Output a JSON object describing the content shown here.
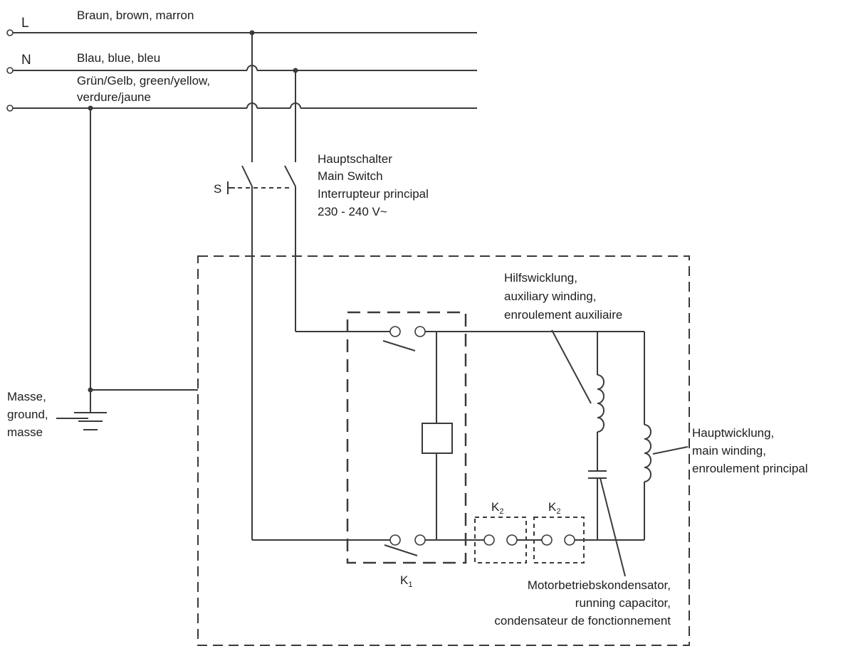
{
  "lines": {
    "L": {
      "label": "L",
      "colors": "Braun, brown, marron"
    },
    "N": {
      "label": "N",
      "colors": "Blau, blue, bleu"
    },
    "PE": {
      "colors_1": "Grün/Gelb, green/yellow,",
      "colors_2": "verdure/jaune"
    }
  },
  "main_switch": {
    "symbol": "S",
    "line_1": "Hauptschalter",
    "line_2": "Main Switch",
    "line_3": "Interrupteur principal",
    "line_4": "230 - 240 V~"
  },
  "ground": {
    "line_1": "Masse,",
    "line_2": "ground,",
    "line_3": "masse"
  },
  "auxiliary_winding": {
    "line_1": "Hilfswicklung,",
    "line_2": "auxiliary winding,",
    "line_3": "enroulement auxiliaire"
  },
  "main_winding": {
    "line_1": "Hauptwicklung,",
    "line_2": "main winding,",
    "line_3": "enroulement principal"
  },
  "capacitor": {
    "line_1": "Motorbetriebskondensator,",
    "line_2": "running capacitor,",
    "line_3": "condensateur de fonctionnement"
  },
  "relays": {
    "k1": {
      "main": "K",
      "sub": "1"
    },
    "k2a": {
      "main": "K",
      "sub": "2"
    },
    "k2b": {
      "main": "K",
      "sub": "2"
    }
  }
}
